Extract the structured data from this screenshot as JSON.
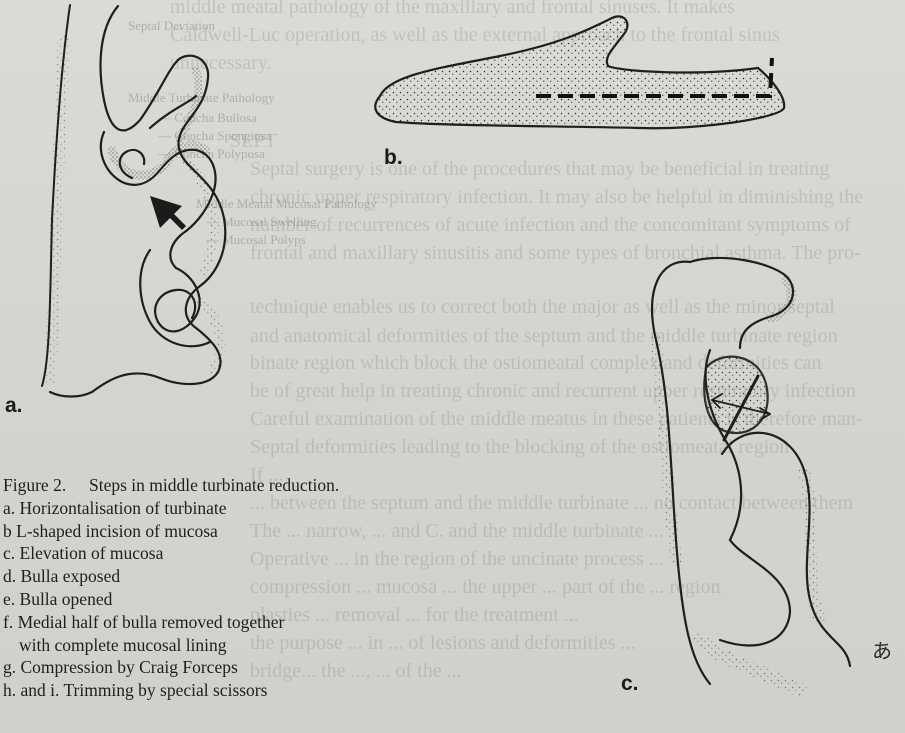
{
  "figure": {
    "panel_labels": [
      "a.",
      "b.",
      "c."
    ],
    "caption": {
      "number": "Figure 2.",
      "title": "Steps in middle turbinate reduction.",
      "items": [
        "a. Horizontalisation of turbinate",
        "b L-shaped incision of mucosa",
        "c. Elevation of mucosa",
        "d. Bulla exposed",
        "e. Bulla opened",
        "f. Medial half of bulla removed together",
        "with complete mucosal lining",
        "g. Compression by Craig Forceps",
        "h. and i. Trimming by special scissors"
      ]
    },
    "signature": "あ"
  },
  "bleed_through": {
    "legend_lines": [
      "Septal Deviation",
      "Middle Turbinate Pathology",
      "— Concha Bullosa",
      "— Concha Spongiosa",
      "— Concha Polyposa",
      "Middle Meatal Mucosal Pathology",
      "— Mucosal Swelling",
      "— Mucosal Polyps"
    ],
    "text_lines": [
      "middle meatal pathology of the maxillary and frontal sinuses. It makes",
      "Caldwell-Luc operation, as well as the external approach to the frontal sinus",
      "unnecessary.",
      "SLPT",
      "Septal surgery is one of the procedures that may be beneficial in treating",
      "chronic upper respiratory infection. It may also be helpful in diminishing the",
      "number of recurrences of acute infection and the concomitant symptoms of",
      "frontal and maxillary sinusitis and some types of bronchial asthma. The pro-",
      "technique enables us to correct both the major as well as the minor septal",
      "and anatomical deformities of the septum and the middle turbinate region",
      "binate region which block the ostiomeatal complex and deformities can",
      "be of great help in treating chronic and recurrent upper respiratory infection",
      "Careful examination of the middle meatus in these patients is therefore man-",
      "Septal deformities leading to the blocking of the ostiomeatal region",
      "If ...",
      "... between the septum and the middle turbinate ... no contact between them",
      "The ... narrow, ... and C. and the middle turbinate ...",
      "Operative ... in the region of the uncinate process ...",
      "compression ... mucosa ... the upper ... part of the ... region",
      "plasties ... removal ... for the treatment ...",
      "the purpose ... in ... of lesions and deformities ...",
      "bridge... the ..., ... of the ..."
    ]
  }
}
